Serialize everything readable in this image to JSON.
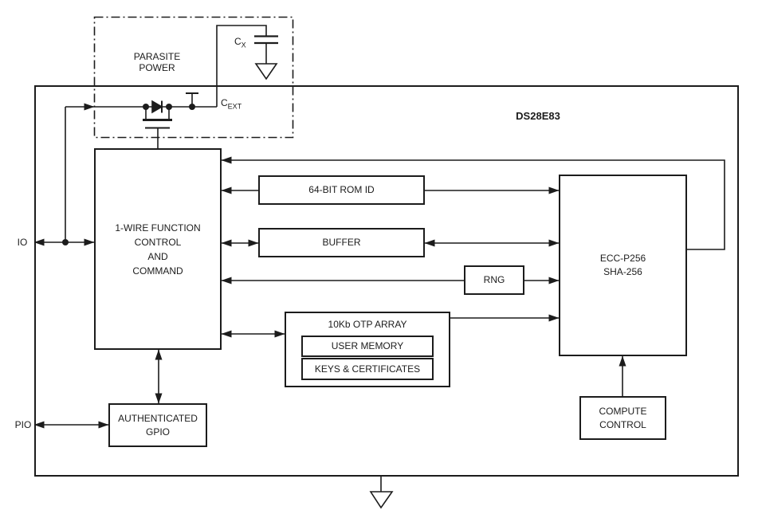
{
  "chip": {
    "name": "DS28E83"
  },
  "pins": {
    "io": "IO",
    "pio": "PIO"
  },
  "parasite_power": {
    "label_line1": "PARASITE",
    "label_line2": "POWER",
    "cap_cx": {
      "main": "C",
      "sub": "X"
    },
    "cap_cext": {
      "main": "C",
      "sub": "EXT"
    }
  },
  "blocks": {
    "one_wire": {
      "lines": [
        "1-WIRE FUNCTION",
        "CONTROL",
        "AND",
        "COMMAND"
      ]
    },
    "rom_id": {
      "label": "64-BIT ROM ID"
    },
    "buffer": {
      "label": "BUFFER"
    },
    "rng": {
      "label": "RNG"
    },
    "otp_array": {
      "title": "10Kb OTP ARRAY",
      "user_memory": "USER MEMORY",
      "keys_certificates": "KEYS & CERTIFICATES"
    },
    "ecc": {
      "line1": "ECC-P256",
      "line2": "SHA-256"
    },
    "compute_control": {
      "line1": "COMPUTE",
      "line2": "CONTROL"
    },
    "auth_gpio": {
      "line1": "AUTHENTICATED",
      "line2": "GPIO"
    }
  },
  "colors": {
    "line": "#1c1c1c",
    "background": "#ffffff"
  }
}
